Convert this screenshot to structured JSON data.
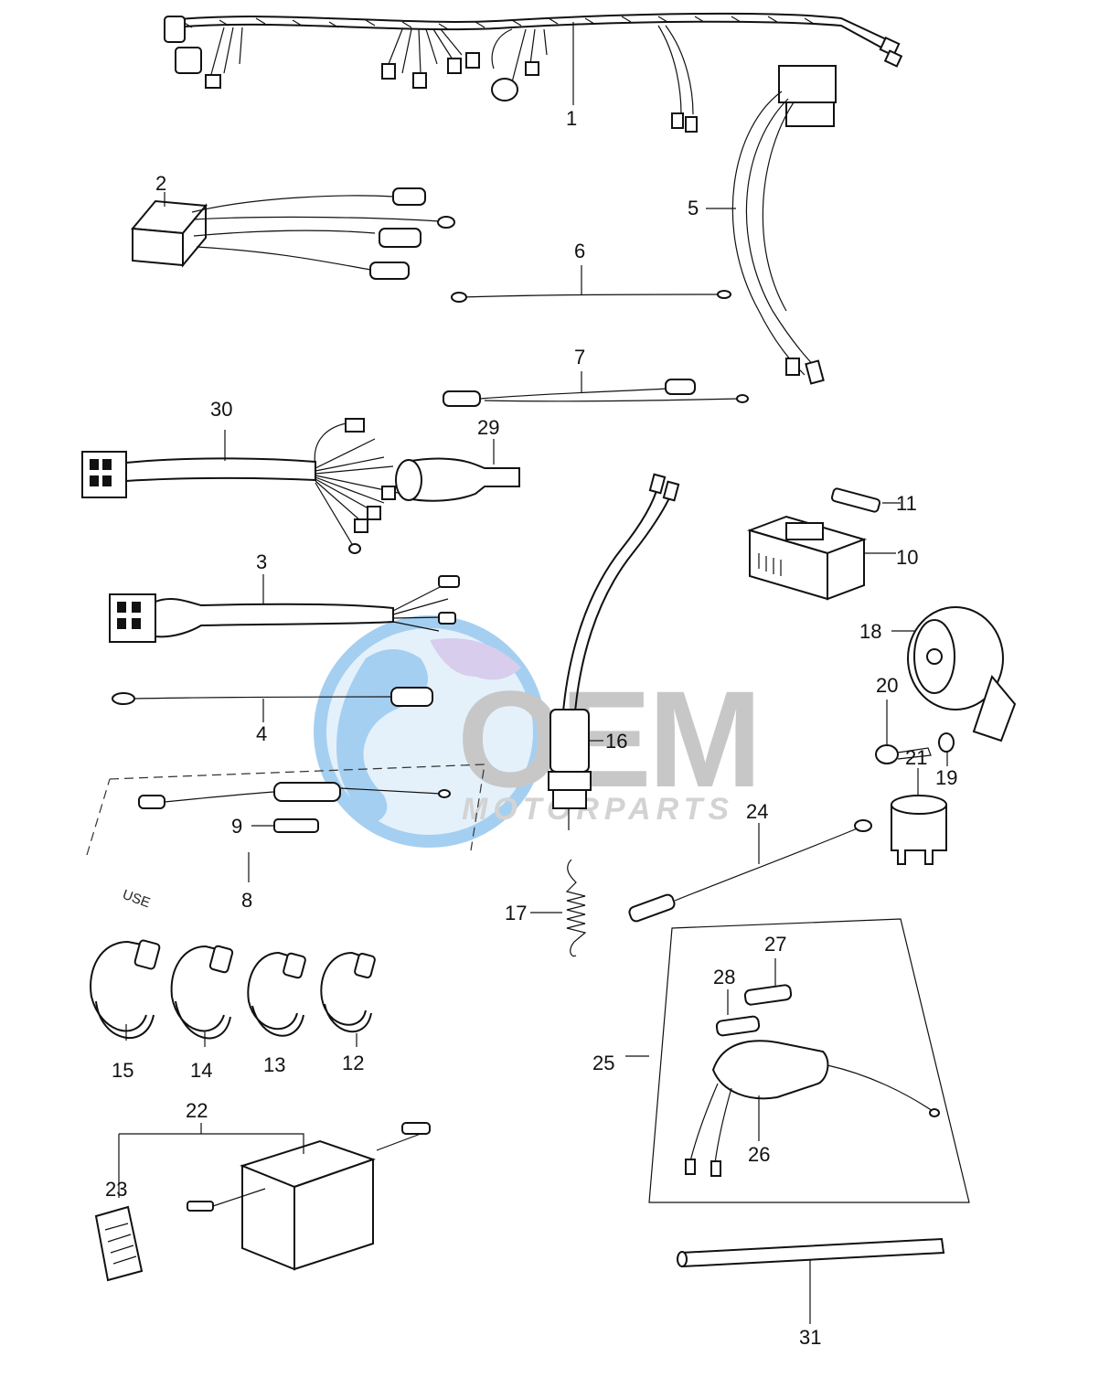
{
  "watermark": {
    "brand": "OEM",
    "sub": "MOTORPARTS",
    "color_blue": "#5aa9e6",
    "color_purple": "#b9a6e0",
    "color_gray": "#8a8a8a"
  },
  "callouts": {
    "p1": "1",
    "p2": "2",
    "p3": "3",
    "p4": "4",
    "p5": "5",
    "p6": "6",
    "p7": "7",
    "p8": "8",
    "p9": "9",
    "p10": "10",
    "p11": "11",
    "p12": "12",
    "p13": "13",
    "p14": "14",
    "p15": "15",
    "p16": "16",
    "p17": "17",
    "p18": "18",
    "p19": "19",
    "p20": "20",
    "p21": "21",
    "p22": "22",
    "p23": "23",
    "p24": "24",
    "p25": "25",
    "p26": "26",
    "p27": "27",
    "p28": "28",
    "p29": "29",
    "p30": "30",
    "p31": "31"
  },
  "notes": {
    "use": "USE"
  }
}
